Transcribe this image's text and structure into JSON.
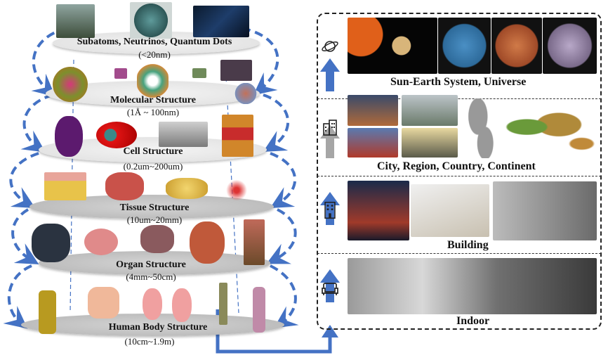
{
  "scales": [
    {
      "name": "Subatoms, Neutrinos, Quantum Dots",
      "range": "(<20nm)"
    },
    {
      "name": "Molecular Structure",
      "range": "(1Å ~ 100nm)"
    },
    {
      "name": "Cell Structure",
      "range": "(0.2um~200um)"
    },
    {
      "name": "Tissue Structure",
      "range": "(10um~20mm)"
    },
    {
      "name": "Organ Structure",
      "range": "(4mm~50cm)"
    },
    {
      "name": "Human Body Structure",
      "range": "(10cm~1.9m)"
    }
  ],
  "spatial": [
    {
      "name": "Sun-Earth System, Universe",
      "icon": "planet-icon"
    },
    {
      "name": "City, Region, Country, Continent",
      "icon": "city-icon"
    },
    {
      "name": "Building",
      "icon": "building-icon"
    },
    {
      "name": "Indoor",
      "icon": "sofa-icon"
    }
  ],
  "colors": {
    "arrow": "#4472c4",
    "gray_arrow": "#a6a6a6"
  }
}
